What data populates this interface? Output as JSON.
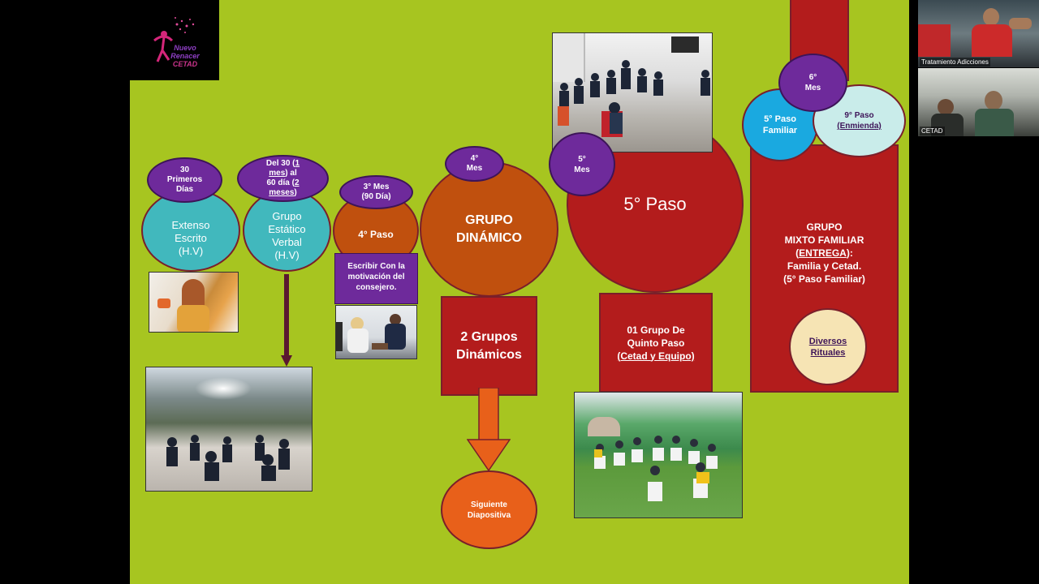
{
  "logo": {
    "line1": "Nuevo",
    "line2": "Renacer",
    "line3": "CETAD"
  },
  "phase1": {
    "badge_line1": "30",
    "badge_line2": "Primeros",
    "badge_line3": "Días",
    "line1": "Extenso",
    "line2": "Escrito",
    "line3": "(H.V)"
  },
  "phase2": {
    "badge_a": "Del 30 (",
    "badge_b": "1",
    "badge_c": "mes",
    "badge_d": ") al",
    "badge_e": "60 día (",
    "badge_f": "2",
    "badge_g": "meses",
    "badge_h": ")",
    "line1": "Grupo",
    "line2": "Estático",
    "line3": "Verbal",
    "line4": "(H.V)"
  },
  "phase3": {
    "badge_line1": "3° Mes",
    "badge_line2": "(90 Día)",
    "title": "4° Paso",
    "note": "Escribir Con la motivación del consejero."
  },
  "phase4": {
    "badge_line1": "4°",
    "badge_line2": "Mes",
    "line1": "GRUPO",
    "line2": "DINÁMICO",
    "box_line1": "2 Grupos",
    "box_line2": "Dinámicos",
    "next_line1": "Siguiente",
    "next_line2": "Diapositiva"
  },
  "phase5": {
    "badge_line1": "5°",
    "badge_line2": "Mes",
    "title": "5° Paso",
    "box_line1": "01 Grupo De",
    "box_line2": "Quinto Paso",
    "box_line3": "(Cetad y Equipo)"
  },
  "phase6": {
    "badge_line1": "6°",
    "badge_line2": "Mes",
    "familiar_line1": "5° Paso",
    "familiar_line2": "Familiar",
    "enmienda_line1": "9° Paso",
    "enmienda_line2": "(Enmienda)",
    "line1": "GRUPO",
    "line2": "MIXTO FAMILIAR",
    "line3a": "(",
    "line3b": "ENTREGA",
    "line3c": "):",
    "line4": "Familia y Cetad.",
    "line5": "(5° Paso Familiar)",
    "rituals_line1": "Diversos",
    "rituals_line2": "Rituales"
  },
  "video": {
    "participant1": "Tratamiento Adicciones",
    "participant2": "CETAD"
  },
  "colors": {
    "slide_bg": "#a7c520",
    "teal": "#41b8bd",
    "purple": "#6e2a9b",
    "brown": "#c0500e",
    "red": "#b31c1c",
    "orange": "#e8601a",
    "cream": "#f6e4b4",
    "cyan": "#1aa9e0"
  },
  "icons": {
    "logo": "dancer-sparkle-icon",
    "arrow_down": "arrow-down-icon"
  }
}
